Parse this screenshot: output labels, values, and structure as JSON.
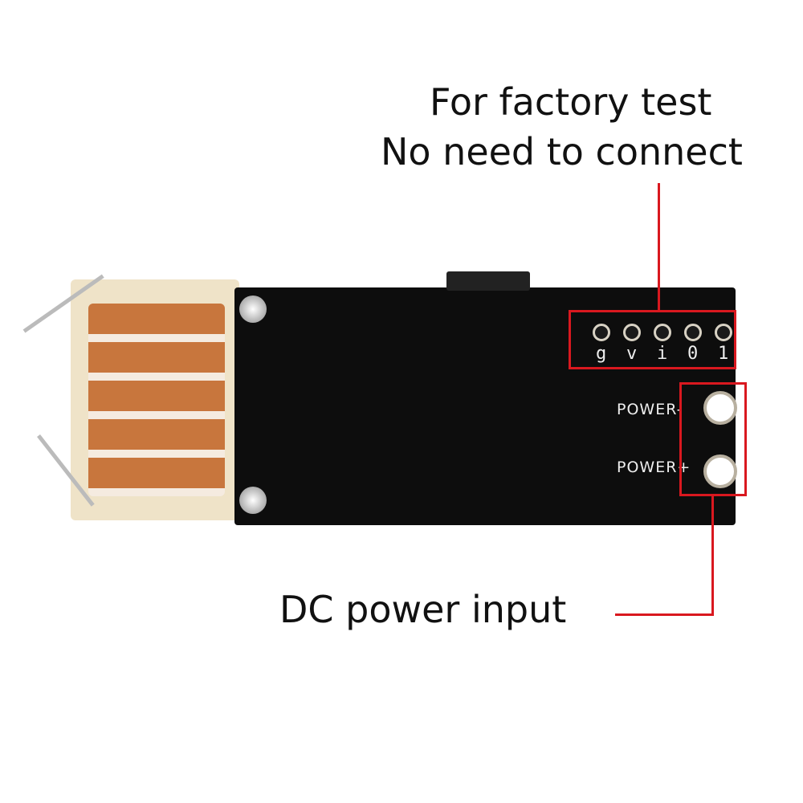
{
  "annotations": {
    "factory_test_line1": "For factory test",
    "factory_test_line2": "No need to connect",
    "dc_power": "DC power input"
  },
  "board": {
    "pins": [
      "g",
      "v",
      "i",
      "0",
      "1"
    ],
    "power_minus": "POWER-",
    "power_plus": "POWER+"
  },
  "colors": {
    "callout": "#d9181f",
    "pcb": "#0d0d0d",
    "copper": "#c8763d"
  }
}
